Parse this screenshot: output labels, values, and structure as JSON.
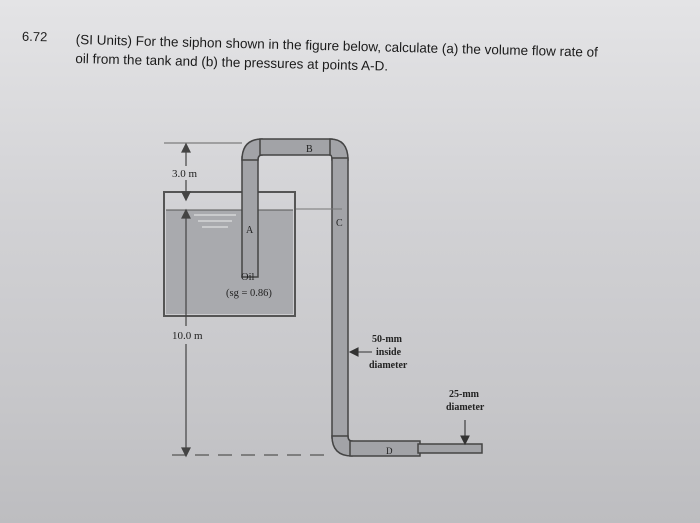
{
  "problem": {
    "number": "6.72",
    "line1": "(SI Units) For the siphon shown in the figure below, calculate (a) the volume flow rate of",
    "line2": "oil from the tank and (b) the pressures at points A-D."
  },
  "figure": {
    "dim_top": "3.0 m",
    "dim_bottom": "10.0 m",
    "point_a": "A",
    "point_b": "B",
    "point_c": "C",
    "point_d": "D",
    "fluid_name": "Oil",
    "fluid_sg": "(sg = 0.86)",
    "pipe_large": [
      "50-mm",
      "inside",
      "diameter"
    ],
    "pipe_small": [
      "25-mm",
      "diameter"
    ]
  }
}
